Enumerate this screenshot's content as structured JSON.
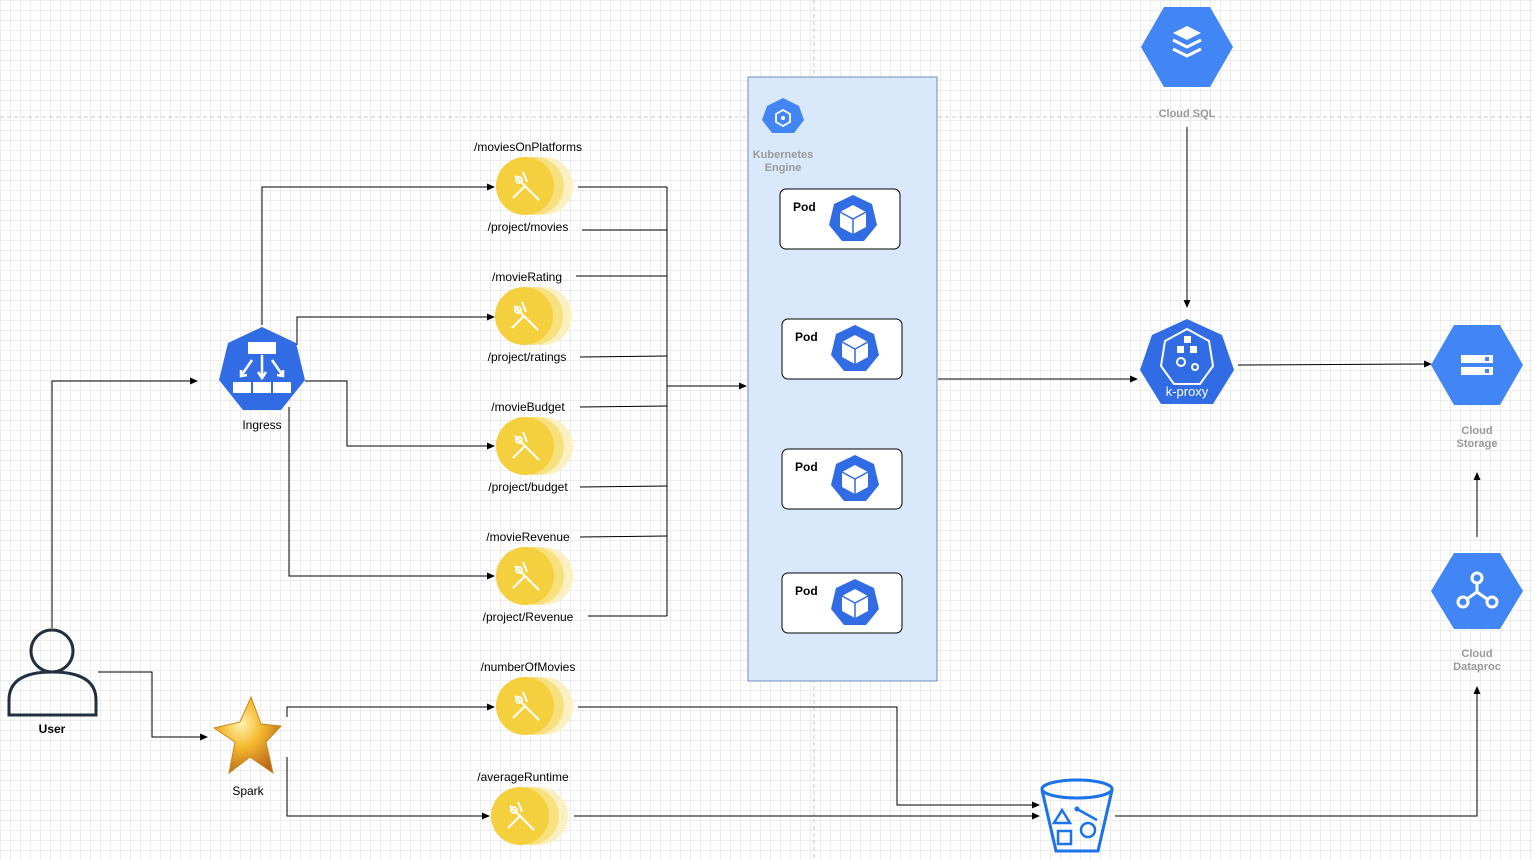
{
  "nodes": {
    "user": "User",
    "ingress": "Ingress",
    "spark": "Spark",
    "kube_engine_line1": "Kubernetes",
    "kube_engine_line2": "Engine",
    "cloud_sql": "Cloud SQL",
    "k_proxy": "k-proxy",
    "cloud_storage_line1": "Cloud",
    "cloud_storage_line2": "Storage",
    "cloud_dataproc_line1": "Cloud",
    "cloud_dataproc_line2": "Dataproc"
  },
  "functions": [
    {
      "top": "/moviesOnPlatforms",
      "bottom": "/project/movies"
    },
    {
      "top": "/movieRating",
      "bottom": "/project/ratings"
    },
    {
      "top": "/movieBudget",
      "bottom": "/project/budget"
    },
    {
      "top": "/movieRevenue",
      "bottom": "/project/Revenue"
    },
    {
      "top": "/numberOfMovies",
      "bottom": ""
    },
    {
      "top": "/averageRuntime",
      "bottom": ""
    }
  ],
  "pods": [
    "Pod",
    "Pod",
    "Pod",
    "Pod"
  ],
  "colors": {
    "gcp_blue": "#4285f4",
    "kube_blue": "#326ce5",
    "function_yellow": "#f4d03f",
    "cluster_fill": "#dae8fc",
    "cluster_stroke": "#6c8ebf"
  },
  "icons": [
    "user-icon",
    "ingress-icon",
    "spark-star-icon",
    "cloud-function-icon",
    "kubernetes-engine-icon",
    "pod-cube-icon",
    "cloud-sql-icon",
    "k-proxy-icon",
    "cloud-storage-icon",
    "cloud-dataproc-icon",
    "storage-bucket-icon"
  ]
}
